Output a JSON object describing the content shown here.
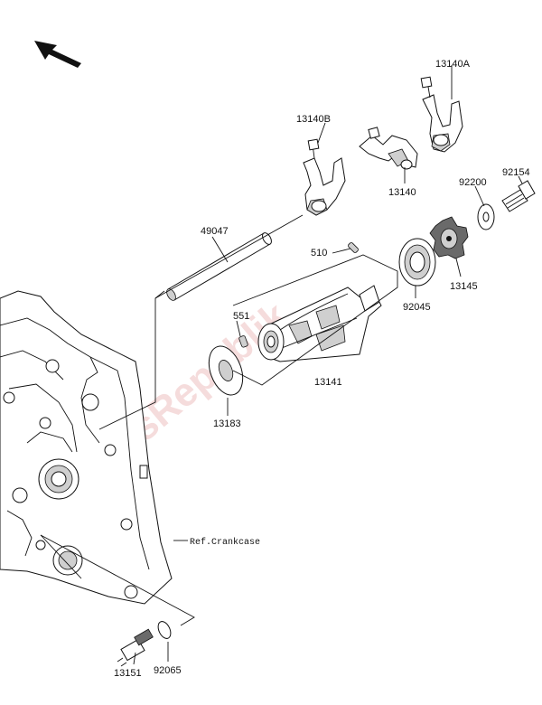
{
  "watermark": "PartsRepublik",
  "labels": {
    "p13140A": "13140A",
    "p13140B": "13140B",
    "p13140": "13140",
    "p92200": "92200",
    "p92154": "92154",
    "p49047": "49047",
    "p510": "510",
    "p551": "551",
    "p92045": "92045",
    "p13145": "13145",
    "p13141": "13141",
    "p13183": "13183",
    "refCrankcase": "Ref.Crankcase",
    "p13151": "13151",
    "p92065": "92065"
  }
}
